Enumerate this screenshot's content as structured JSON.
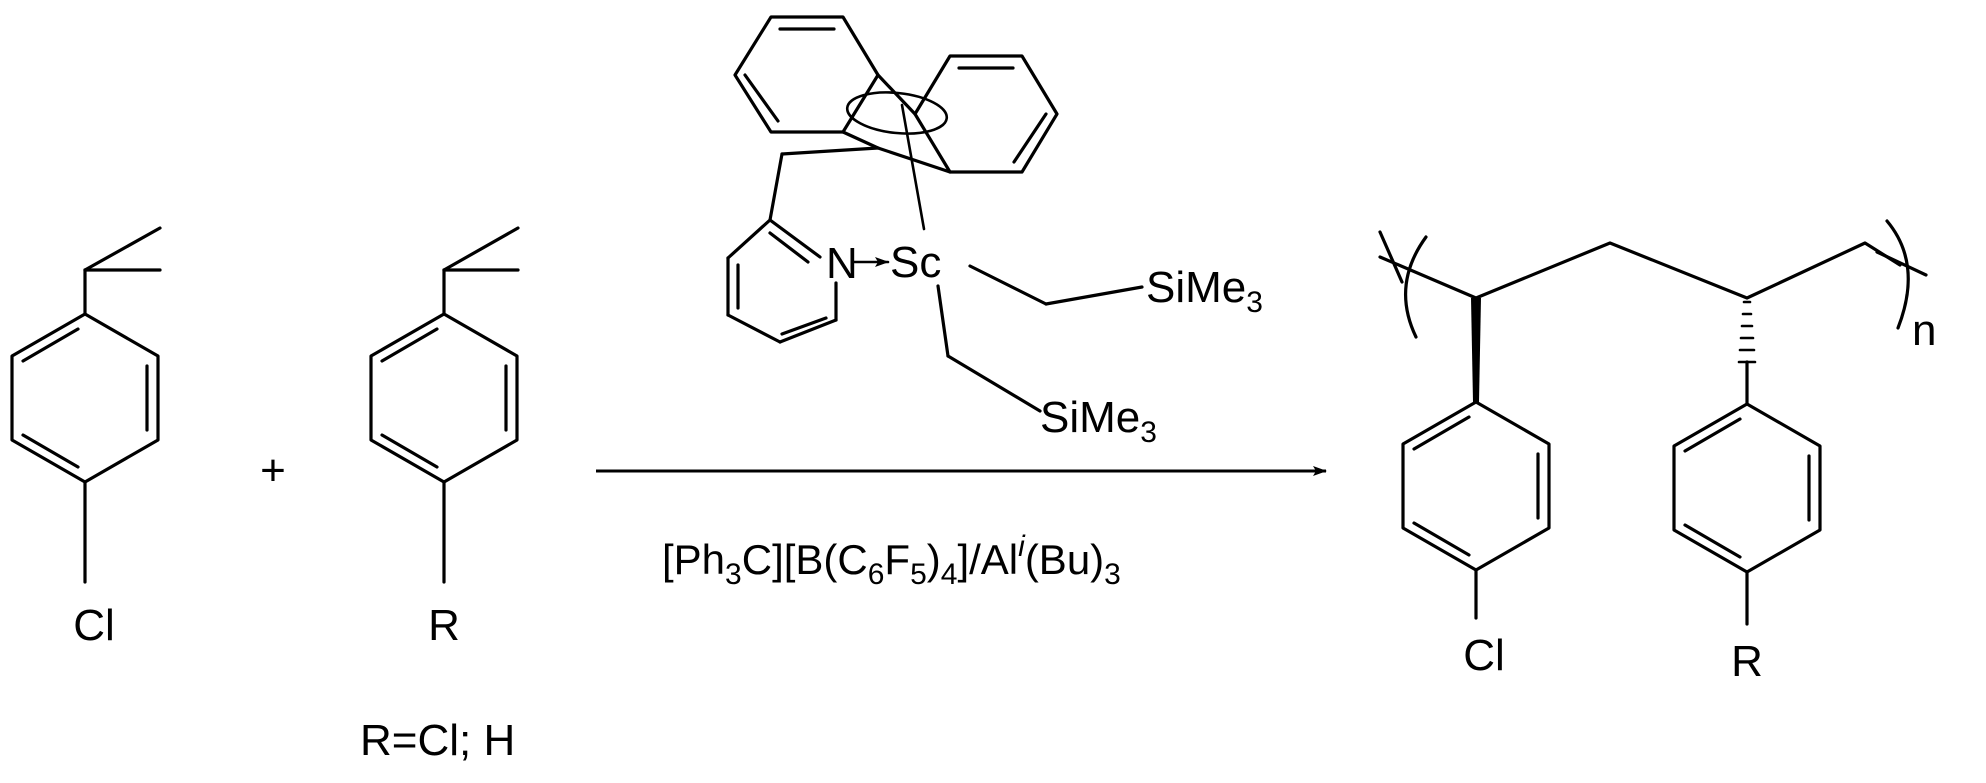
{
  "reactants": {
    "monomer1": {
      "substituent": "Cl"
    },
    "plus": "+",
    "monomer2": {
      "substituent": "R"
    },
    "r_definition": "R=Cl; H"
  },
  "catalyst": {
    "metal": "Sc",
    "donor_atom": "N",
    "alkyl_1": {
      "base": "SiMe",
      "subscript": "3"
    },
    "alkyl_2": {
      "base": "SiMe",
      "subscript": "3"
    }
  },
  "conditions": {
    "t1": "[Ph",
    "s1": "3",
    "t2": "C][B(C",
    "s2": "6",
    "t3": "F",
    "s3": "5",
    "t4": ")",
    "s4": "4",
    "t5": "]/Al",
    "sup5": "i",
    "t6": "(Bu)",
    "s6": "3"
  },
  "product": {
    "unit1_substituent": "Cl",
    "unit2_substituent": "R",
    "repeat_subscript": "n"
  }
}
